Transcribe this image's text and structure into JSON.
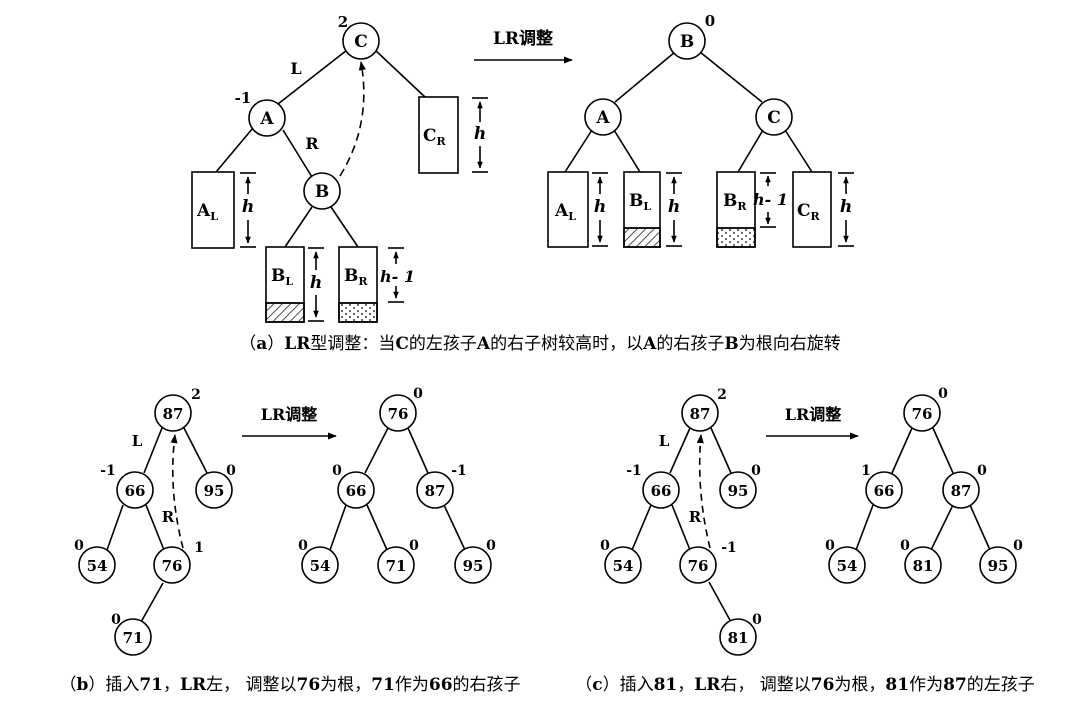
{
  "colors": {
    "ink": "#000000",
    "background": "#ffffff"
  },
  "panel_a": {
    "arrow_label": "LR调整",
    "before": {
      "root": "C",
      "root_bf": "2",
      "edge_l": "L",
      "a": "A",
      "a_bf": "-1",
      "edge_r": "R",
      "b": "B",
      "cr_sub": "R",
      "al_sub": "L",
      "bl_sub": "L",
      "br_sub": "R",
      "h": "h",
      "h1": "h- 1"
    },
    "after": {
      "root": "B",
      "root_bf": "0",
      "a": "A",
      "c": "C",
      "al_sub": "L",
      "bl_sub": "L",
      "br_sub": "R",
      "cr_sub": "R",
      "h": "h",
      "h1": "h- 1"
    },
    "caption": {
      "pre": "（",
      "tag": "a",
      "close": "）",
      "type": "LR",
      "s1": "型调整：当",
      "n1": "C",
      "s2": "的左孩子",
      "n2": "A",
      "s3": "的右子树较高时，以",
      "n3": "A",
      "s4": "的右孩子",
      "n4": "B",
      "s5": "为根向右旋转"
    }
  },
  "panel_b": {
    "arrow_label": "LR调整",
    "before": {
      "n87": "87",
      "bf87": "2",
      "edge_l": "L",
      "n66": "66",
      "bf66": "-1",
      "edge_r": "R",
      "n95": "95",
      "bf95": "0",
      "n54": "54",
      "bf54": "0",
      "n76": "76",
      "bf76": "1",
      "n71": "71",
      "bf71": "0"
    },
    "after": {
      "n76": "76",
      "bf76": "0",
      "n66": "66",
      "bf66": "0",
      "n87": "87",
      "bf87": "-1",
      "n54": "54",
      "bf54": "0",
      "n71": "71",
      "bf71": "0",
      "n95": "95",
      "bf95": "0"
    },
    "caption": {
      "pre": "（",
      "tag": "b",
      "close": "）",
      "s1": "插入",
      "v1": "71",
      "s2": "，",
      "v2": "LR",
      "s3": "左，  调整以",
      "v3": "76",
      "s4": "为根，",
      "v4": "71",
      "s5": "作为",
      "v5": "66",
      "s6": "的右孩子"
    }
  },
  "panel_c": {
    "arrow_label": "LR调整",
    "before": {
      "n87": "87",
      "bf87": "2",
      "edge_l": "L",
      "n66": "66",
      "bf66": "-1",
      "edge_r": "R",
      "n95": "95",
      "bf95": "0",
      "n54": "54",
      "bf54": "0",
      "n76": "76",
      "bf76": "-1",
      "n81": "81",
      "bf81": "0"
    },
    "after": {
      "n76": "76",
      "bf76": "0",
      "n66": "66",
      "bf66": "1",
      "n87": "87",
      "bf87": "0",
      "n54": "54",
      "bf54": "0",
      "n81": "81",
      "bf81": "0",
      "n95": "95",
      "bf95": "0"
    },
    "caption": {
      "pre": "（",
      "tag": "c",
      "close": "）",
      "s1": "插入",
      "v1": "81",
      "s2": "，",
      "v2": "LR",
      "s3": "右，  调整以",
      "v3": "76",
      "s4": "为根，",
      "v4": "81",
      "s5": "作为",
      "v5": "87",
      "s6": "的左孩子"
    }
  }
}
